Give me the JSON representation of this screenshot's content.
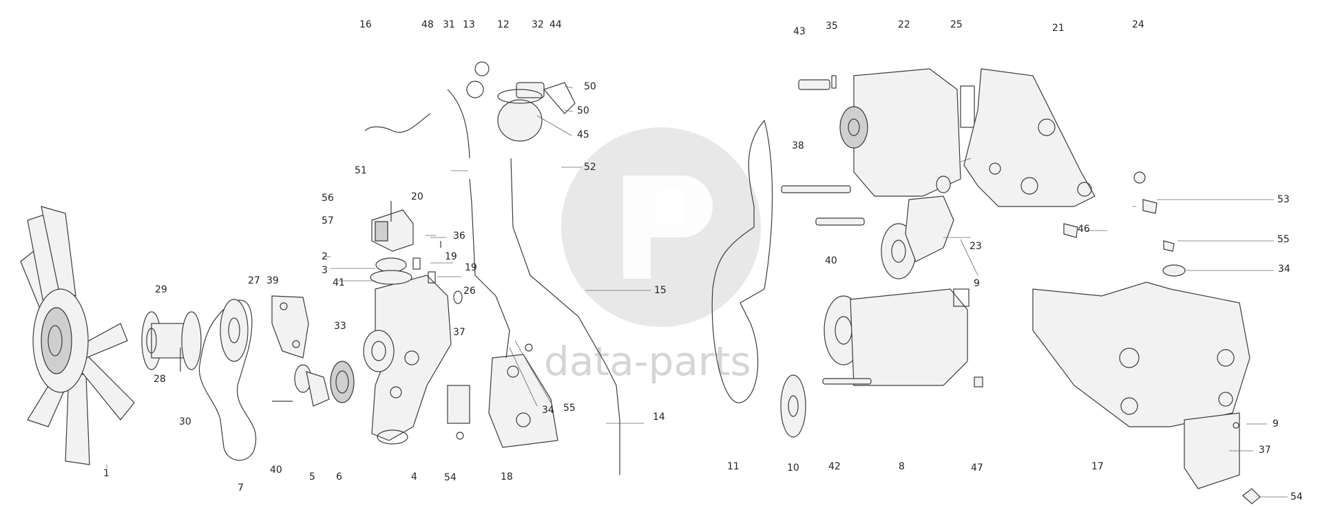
{
  "watermark": {
    "text": "data-parts",
    "color": "#c8c8c8"
  },
  "callouts": {
    "c1": "1",
    "c2": "2",
    "c3": "3",
    "c4": "4",
    "c5": "5",
    "c6": "6",
    "c7": "7",
    "c8": "8",
    "c9a": "9",
    "c9b": "9",
    "c10": "10",
    "c11": "11",
    "c12": "12",
    "c13": "13",
    "c14": "14",
    "c15": "15",
    "c16": "16",
    "c17": "17",
    "c18": "18",
    "c19a": "19",
    "c19b": "19",
    "c20": "20",
    "c21": "21",
    "c22": "22",
    "c23": "23",
    "c24": "24",
    "c25": "25",
    "c26": "26",
    "c27": "27",
    "c28": "28",
    "c29": "29",
    "c30": "30",
    "c31": "31",
    "c32": "32",
    "c33": "33",
    "c34a": "34",
    "c34b": "34",
    "c35": "35",
    "c36": "36",
    "c37a": "37",
    "c37b": "37",
    "c38": "38",
    "c39": "39",
    "c40a": "40",
    "c40b": "40",
    "c41": "41",
    "c42": "42",
    "c43": "43",
    "c44": "44",
    "c45": "45",
    "c46": "46",
    "c47": "47",
    "c48": "48",
    "c50a": "50",
    "c50b": "50",
    "c51": "51",
    "c52": "52",
    "c53": "53",
    "c54a": "54",
    "c54b": "54",
    "c55a": "55",
    "c55b": "55",
    "c56": "56",
    "c57": "57"
  }
}
